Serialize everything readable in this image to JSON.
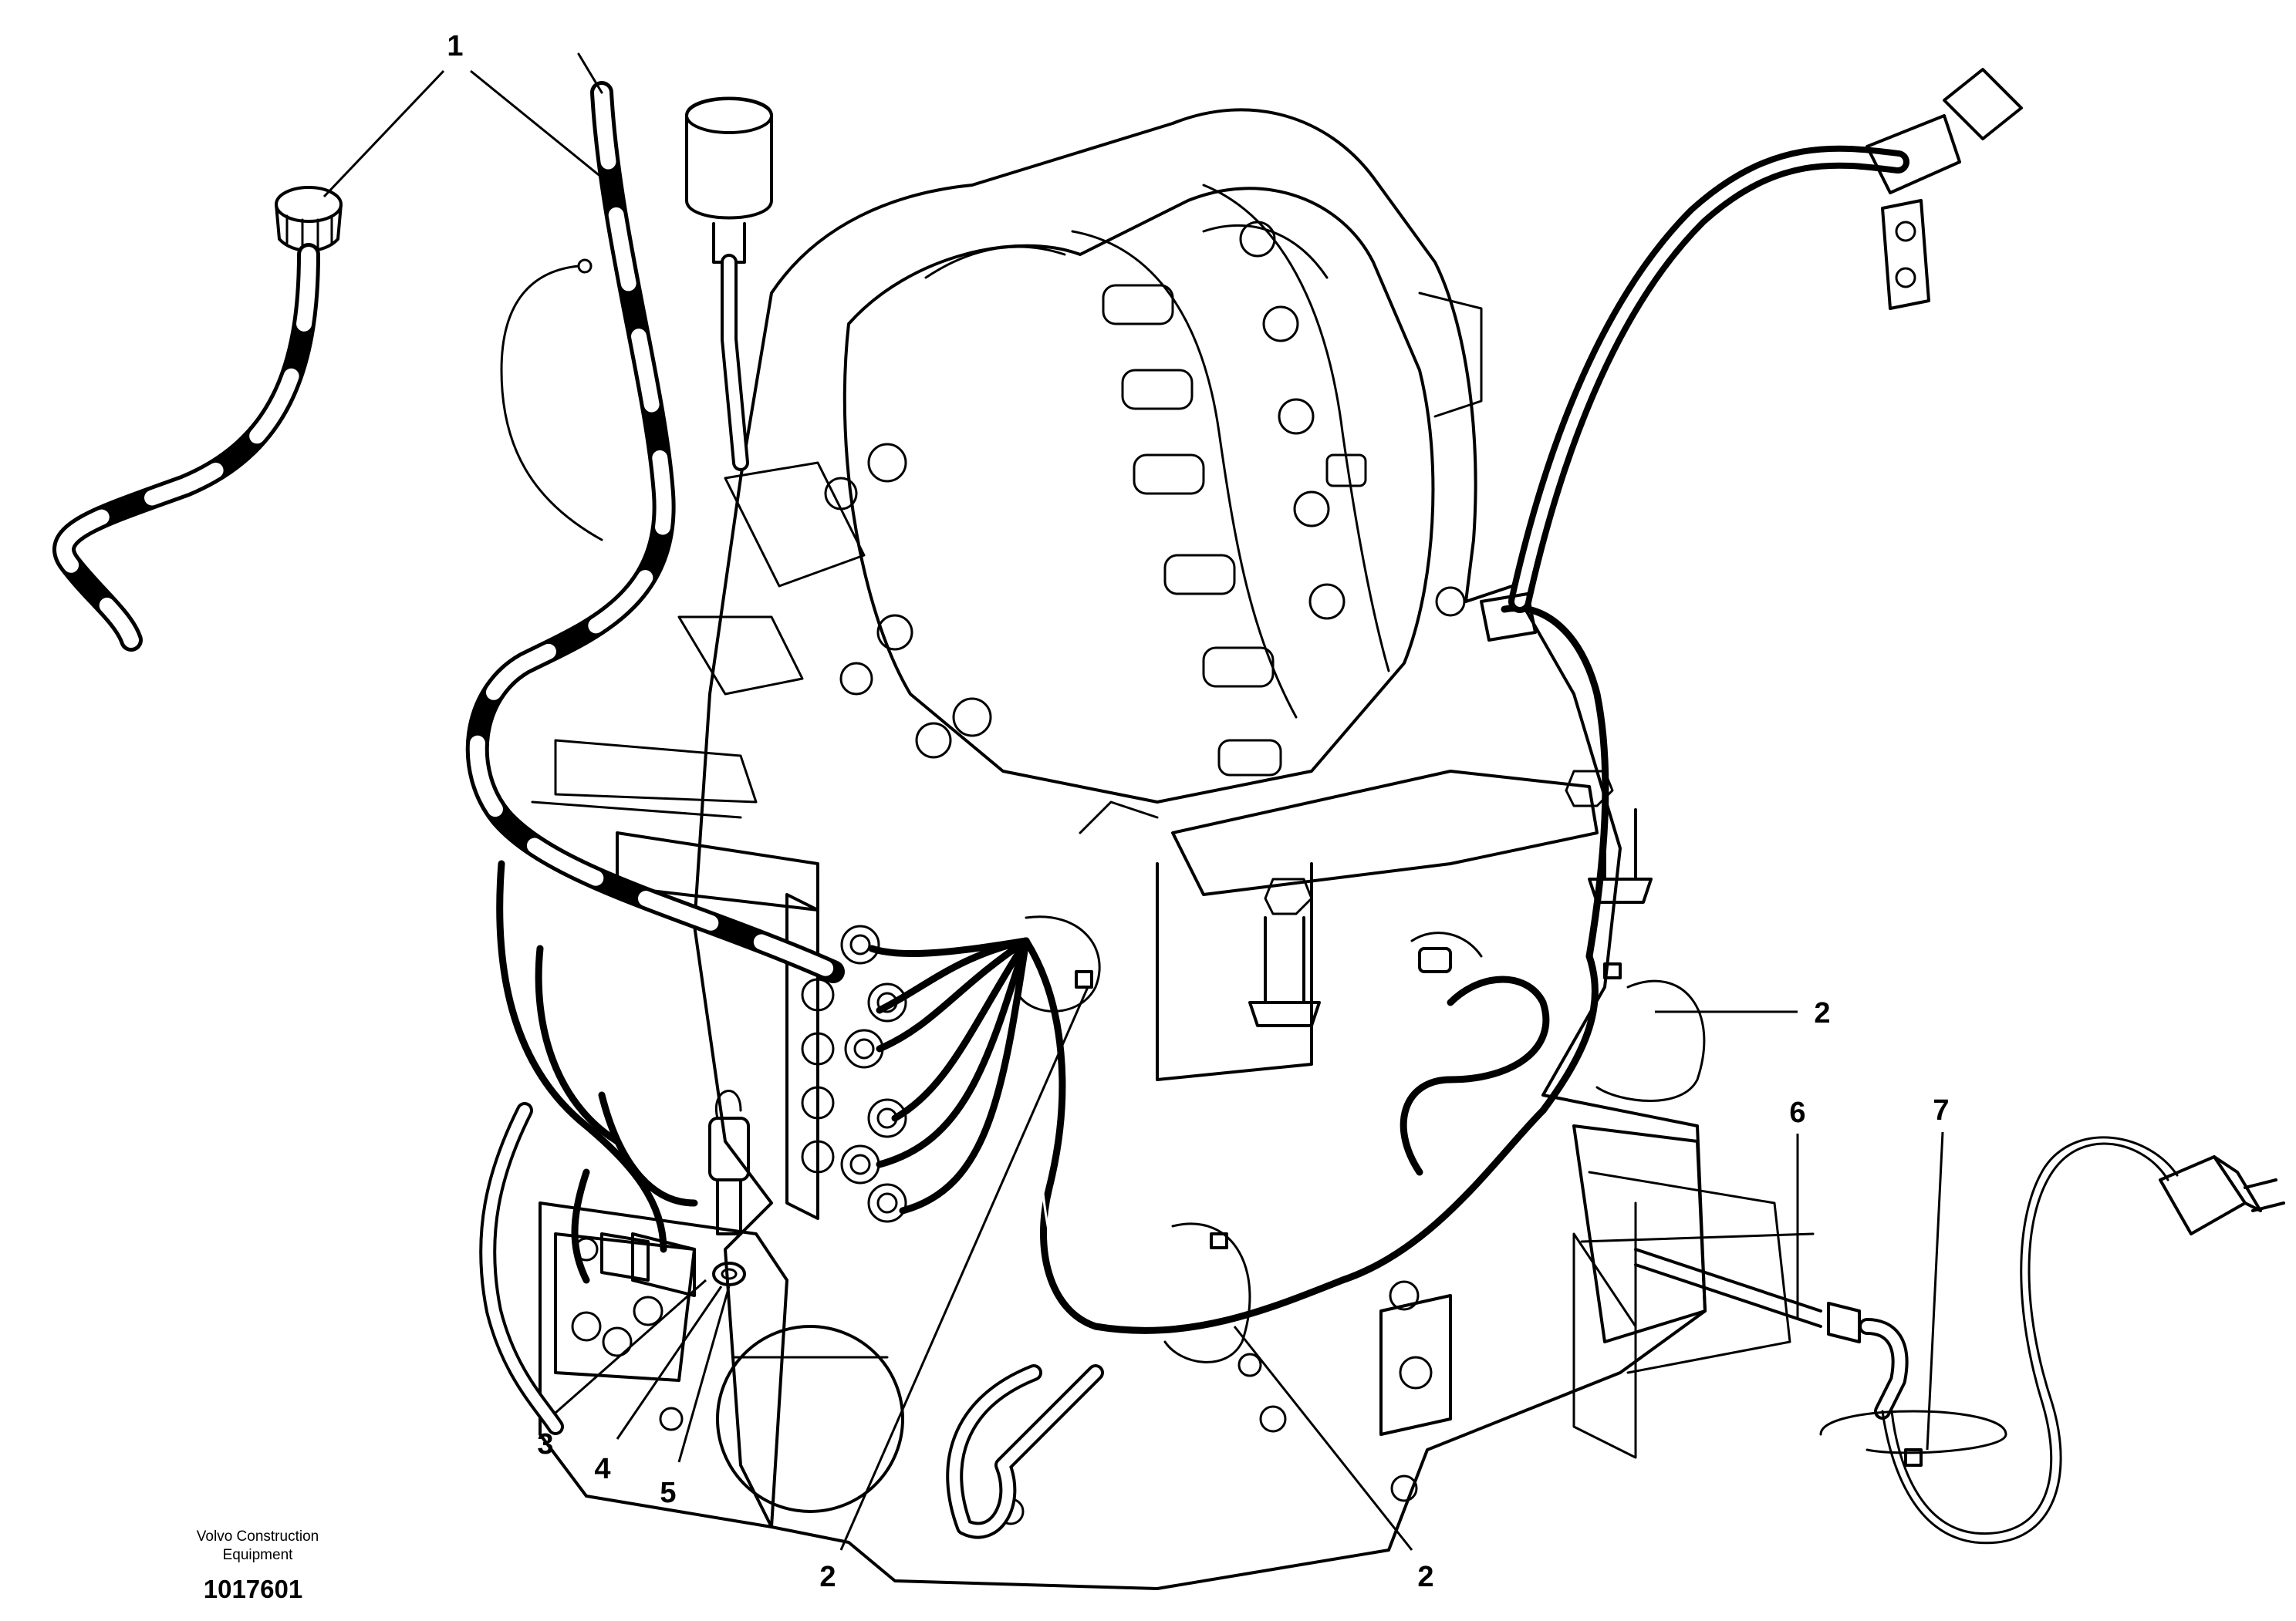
{
  "callouts": [
    {
      "label": "1"
    },
    {
      "label": "2"
    },
    {
      "label": "2"
    },
    {
      "label": "2"
    },
    {
      "label": "3"
    },
    {
      "label": "4"
    },
    {
      "label": "5"
    },
    {
      "label": "6"
    },
    {
      "label": "7"
    }
  ],
  "publisher": {
    "line1": "Volvo Construction",
    "line2": "Equipment"
  },
  "document_number": "1017601"
}
